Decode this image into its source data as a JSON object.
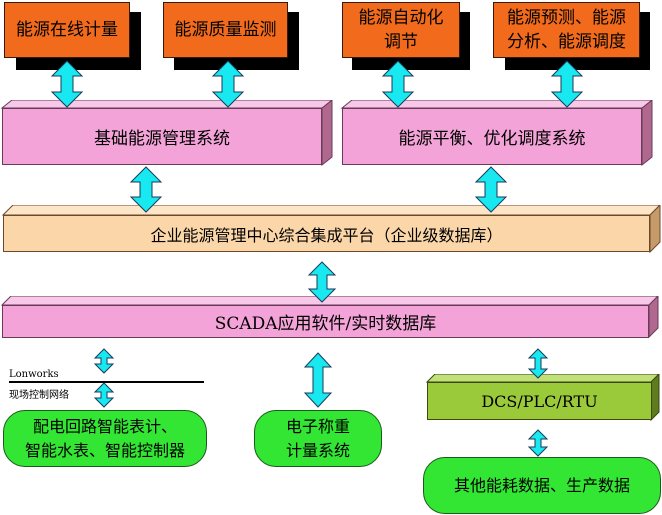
{
  "top_boxes": [
    {
      "label": "能源在线计量"
    },
    {
      "label": "能源质量监测"
    },
    {
      "label": "能源自动化\n调节"
    },
    {
      "label": "能源预测、能源\n分析、能源调度"
    }
  ],
  "systems": {
    "basic": "基础能源管理系统",
    "balance": "能源平衡、优化调度系统"
  },
  "platform": "企业能源管理中心综合集成平台（企业级数据库）",
  "scada": "SCADA应用软件/实时数据库",
  "network": {
    "lonworks": "Lonworks",
    "field": "现场控制网络"
  },
  "bottom_left": "配电回路智能表计、\n智能水表、智能控制器",
  "bottom_mid": "电子称重\n计量系统",
  "dcs": "DCS/PLC/RTU",
  "bottom_right": "其他能耗数据、生产数据",
  "colors": {
    "orange": "#f26a1b",
    "pink": "#f4a3d8",
    "peach": "#fbd6a8",
    "green": "#33e633",
    "olive": "#9ac93a",
    "arrow": "#18e8f0"
  },
  "icons": [
    "double-arrow-icon"
  ]
}
